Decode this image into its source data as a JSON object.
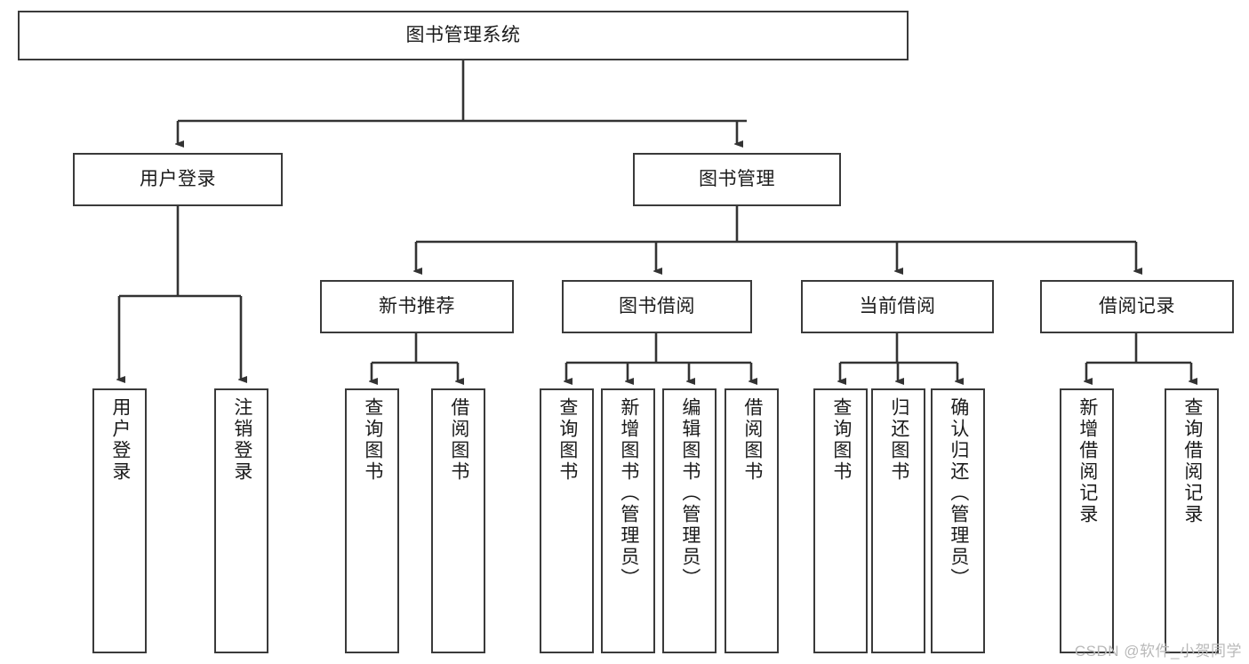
{
  "diagram": {
    "type": "tree-hierarchy-chart",
    "title": "图书管理系统",
    "watermark": "CSDN @软件_小贺同学",
    "colors": {
      "box_border": "#3a3a3a",
      "box_fill": "#ffffff",
      "edge": "#333333",
      "text": "#1b1b1b",
      "watermark": "#b9b9b9",
      "background": "#ffffff"
    },
    "nodes": {
      "root": {
        "label": "图书管理系统",
        "level": 0
      },
      "user_login": {
        "label": "用户登录",
        "level": 1
      },
      "book_manage": {
        "label": "图书管理",
        "level": 1
      },
      "new_book_rec": {
        "label": "新书推荐",
        "level": 2
      },
      "book_borrow": {
        "label": "图书借阅",
        "level": 2
      },
      "current_borrow": {
        "label": "当前借阅",
        "level": 2
      },
      "borrow_record": {
        "label": "借阅记录",
        "level": 2
      },
      "leaf_user_login": {
        "label": "用户登录",
        "level": 2
      },
      "leaf_logout": {
        "label": "注销登录",
        "level": 2
      },
      "leaf_query_book_a": {
        "label": "查询图书",
        "level": 3
      },
      "leaf_borrow_book_a": {
        "label": "借阅图书",
        "level": 3
      },
      "leaf_query_book_b": {
        "label": "查询图书",
        "level": 3
      },
      "leaf_add_book": {
        "label": "新增图书（管理员）",
        "level": 3
      },
      "leaf_edit_book": {
        "label": "编辑图书（管理员）",
        "level": 3
      },
      "leaf_borrow_book_b": {
        "label": "借阅图书",
        "level": 3
      },
      "leaf_query_book_c": {
        "label": "查询图书",
        "level": 3
      },
      "leaf_return_book": {
        "label": "归还图书",
        "level": 3
      },
      "leaf_confirm_return": {
        "label": "确认归还（管理员）",
        "level": 3
      },
      "leaf_add_record": {
        "label": "新增借阅记录",
        "level": 3
      },
      "leaf_query_record": {
        "label": "查询借阅记录",
        "level": 3
      }
    },
    "edges": [
      {
        "from": "root",
        "to": "user_login"
      },
      {
        "from": "root",
        "to": "book_manage"
      },
      {
        "from": "user_login",
        "to": "leaf_user_login"
      },
      {
        "from": "user_login",
        "to": "leaf_logout"
      },
      {
        "from": "book_manage",
        "to": "new_book_rec"
      },
      {
        "from": "book_manage",
        "to": "book_borrow"
      },
      {
        "from": "book_manage",
        "to": "current_borrow"
      },
      {
        "from": "book_manage",
        "to": "borrow_record"
      },
      {
        "from": "new_book_rec",
        "to": "leaf_query_book_a"
      },
      {
        "from": "new_book_rec",
        "to": "leaf_borrow_book_a"
      },
      {
        "from": "book_borrow",
        "to": "leaf_query_book_b"
      },
      {
        "from": "book_borrow",
        "to": "leaf_add_book"
      },
      {
        "from": "book_borrow",
        "to": "leaf_edit_book"
      },
      {
        "from": "book_borrow",
        "to": "leaf_borrow_book_b"
      },
      {
        "from": "current_borrow",
        "to": "leaf_query_book_c"
      },
      {
        "from": "current_borrow",
        "to": "leaf_return_book"
      },
      {
        "from": "current_borrow",
        "to": "leaf_confirm_return"
      },
      {
        "from": "borrow_record",
        "to": "leaf_add_record"
      },
      {
        "from": "borrow_record",
        "to": "leaf_query_record"
      }
    ]
  }
}
